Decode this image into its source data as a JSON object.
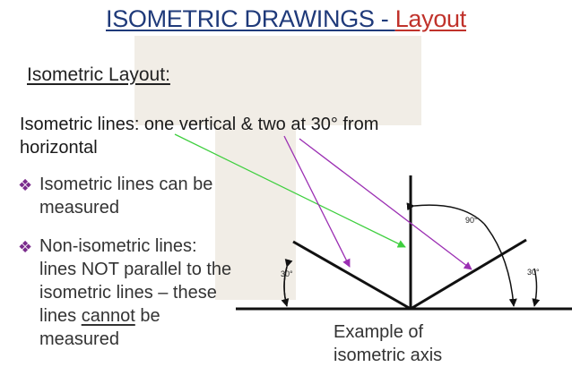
{
  "title": {
    "main": "ISOMETRIC DRAWINGS - ",
    "accent": "Layout"
  },
  "subheading": "Isometric Layout:",
  "intro": "Isometric lines: one vertical & two at 30° from horizontal",
  "bullets": [
    {
      "text": "Isometric lines can be measured"
    },
    {
      "before": "Non-isometric lines: lines NOT parallel to the isometric lines – these lines ",
      "emphasis": "cannot",
      "after": " be measured"
    }
  ],
  "diagram": {
    "angle_left": "30°",
    "angle_right": "30°",
    "angle_top": "90°",
    "caption": "Example of isometric axis"
  },
  "colors": {
    "title": "#1f3a7a",
    "title_accent": "#c0322b",
    "bullet_mark": "#7a2c8c",
    "pointer_green": "#3fcf3f",
    "pointer_purple": "#9b2fb3",
    "watermark": "#f1ede6"
  }
}
